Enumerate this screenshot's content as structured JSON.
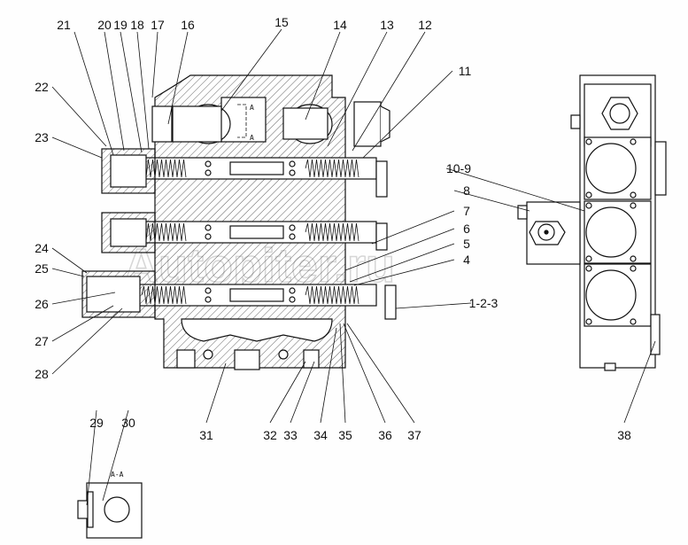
{
  "drawing": {
    "callouts": [
      "21",
      "20",
      "19",
      "18",
      "17",
      "16",
      "15",
      "14",
      "13",
      "12",
      "11",
      "22",
      "23",
      "10-9",
      "8",
      "7",
      "6",
      "5",
      "4",
      "1-2-3",
      "24",
      "25",
      "26",
      "27",
      "28",
      "31",
      "32",
      "33",
      "34",
      "35",
      "36",
      "37",
      "38",
      "29",
      "30"
    ],
    "section_marks": {
      "top": "A",
      "bottom": "A"
    },
    "section_view_title": "A-A",
    "watermark": "Autopiter.ru"
  }
}
